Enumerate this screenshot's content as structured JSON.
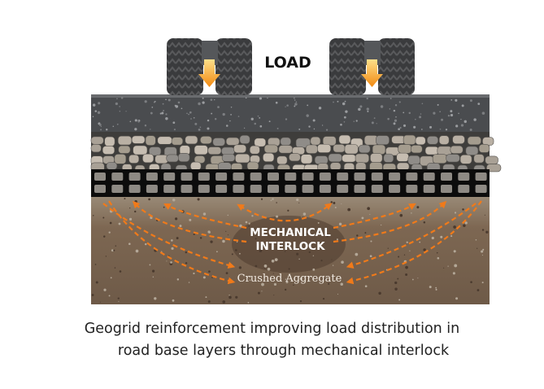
{
  "diagram": {
    "load_label": "LOAD",
    "interlock_label_line1": "MECHANICAL",
    "interlock_label_line2": "INTERLOCK",
    "aggregate_label": "Crushed Aggregate",
    "colors": {
      "arrow": "#f07a1a",
      "load_arrow": "#f7a21b",
      "asphalt": "#4a4c4f",
      "stone": "#b5aca0",
      "geogrid": "#0c0c0c",
      "soil": "#7a6450"
    }
  },
  "caption": {
    "line1": "Geogrid reinforcement improving load distribution in",
    "line2": "road base layers through mechanical interlock"
  }
}
